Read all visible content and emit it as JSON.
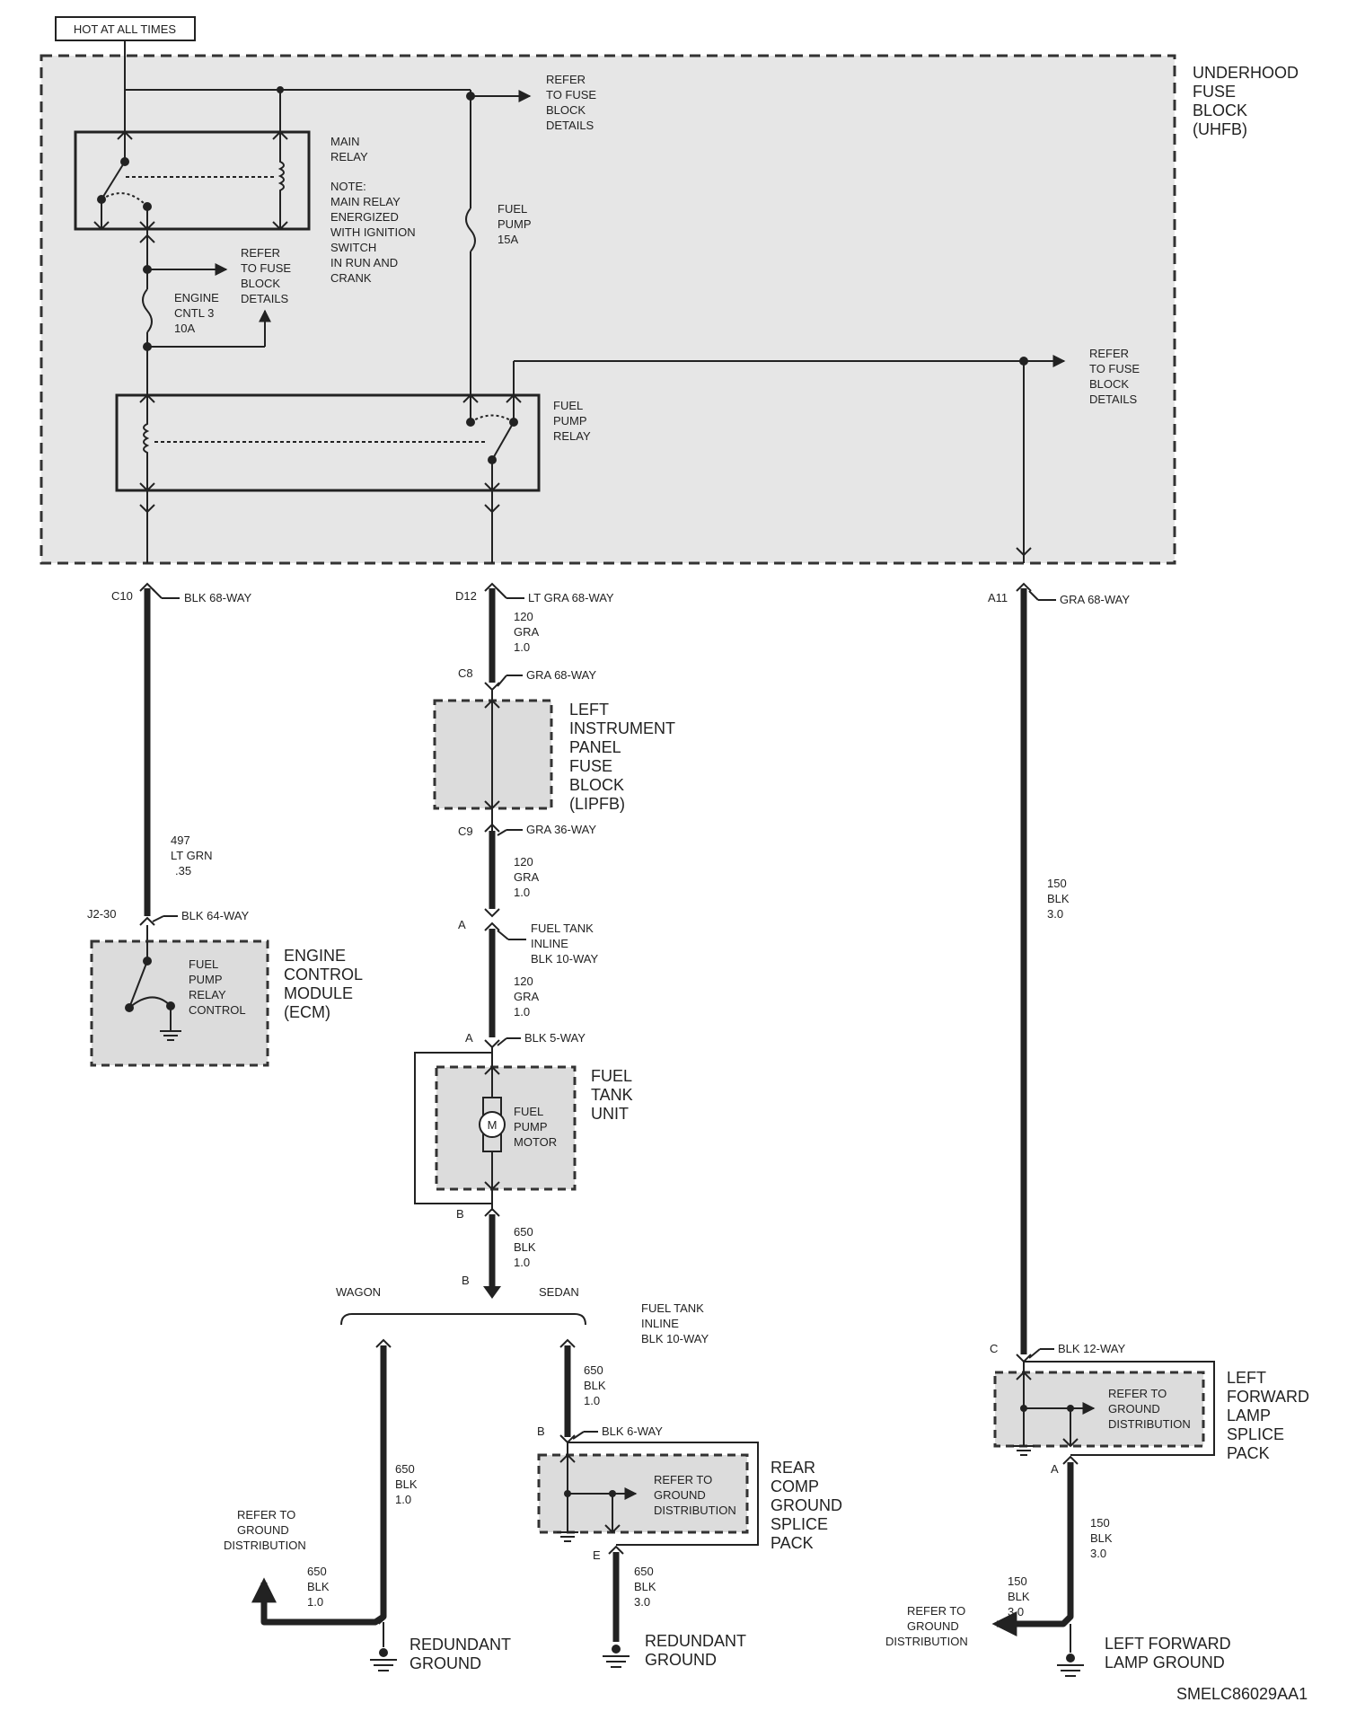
{
  "labels": {
    "hot_at_all_times": "HOT AT ALL TIMES",
    "uhfb": [
      "UNDERHOOD",
      "FUSE",
      "BLOCK",
      "(UHFB)"
    ],
    "refer_fuse_block_1": [
      "REFER",
      "TO FUSE",
      "BLOCK",
      "DETAILS"
    ],
    "refer_fuse_block_2": [
      "REFER",
      "TO FUSE",
      "BLOCK",
      "DETAILS"
    ],
    "refer_fuse_block_3": [
      "REFER",
      "TO FUSE",
      "BLOCK",
      "DETAILS"
    ],
    "main_relay": [
      "MAIN",
      "RELAY"
    ],
    "main_relay_note": [
      "NOTE:",
      "MAIN RELAY",
      "ENERGIZED",
      "WITH IGNITION",
      "SWITCH",
      "IN RUN AND",
      "CRANK"
    ],
    "fuel_pump_fuse": [
      "FUEL",
      "PUMP",
      "15A"
    ],
    "engine_cntl_fuse": [
      "ENGINE",
      "CNTL 3",
      "10A"
    ],
    "fuel_pump_relay": [
      "FUEL",
      "PUMP",
      "RELAY"
    ],
    "lipfb": [
      "LEFT",
      "INSTRUMENT",
      "PANEL",
      "FUSE",
      "BLOCK",
      "(LIPFB)"
    ],
    "ecm": [
      "ENGINE",
      "CONTROL",
      "MODULE",
      "(ECM)"
    ],
    "ecm_internal": [
      "FUEL",
      "PUMP",
      "RELAY",
      "CONTROL"
    ],
    "fuel_tank_unit": [
      "FUEL",
      "TANK",
      "UNIT"
    ],
    "fuel_pump_motor": [
      "FUEL",
      "PUMP",
      "MOTOR"
    ],
    "motor_symbol": "M",
    "rear_comp_splice": [
      "REAR",
      "COMP",
      "GROUND",
      "SPLICE",
      "PACK"
    ],
    "refer_ground_dist_splice": [
      "REFER TO",
      "GROUND",
      "DISTRIBUTION"
    ],
    "left_fwd_lamp_splice": [
      "LEFT",
      "FORWARD",
      "LAMP",
      "SPLICE",
      "PACK"
    ],
    "refer_ground_dist_lamp_splice": [
      "REFER TO",
      "GROUND",
      "DISTRIBUTION"
    ],
    "refer_ground_dist_wagon": [
      "REFER TO",
      "GROUND",
      "DISTRIBUTION"
    ],
    "refer_ground_dist_lamp": [
      "REFER TO",
      "GROUND",
      "DISTRIBUTION"
    ],
    "redundant_ground_1": [
      "REDUNDANT",
      "GROUND"
    ],
    "redundant_ground_2": [
      "REDUNDANT",
      "GROUND"
    ],
    "left_fwd_lamp_ground": [
      "LEFT FORWARD",
      "LAMP GROUND"
    ],
    "wagon": "WAGON",
    "sedan": "SEDAN",
    "fuel_tank_inline_lower": [
      "FUEL TANK",
      "INLINE",
      "BLK 10-WAY"
    ],
    "fuel_tank_inline_upper": [
      "FUEL TANK",
      "INLINE",
      "BLK 10-WAY"
    ],
    "figure_id": "SMELC86029AA1"
  },
  "connectors": {
    "c10": {
      "pin": "C10",
      "desc": "BLK 68-WAY"
    },
    "d12": {
      "pin": "D12",
      "desc": "LT GRA 68-WAY"
    },
    "a11": {
      "pin": "A11",
      "desc": "GRA 68-WAY"
    },
    "c8": {
      "pin": "C8",
      "desc": "GRA 68-WAY"
    },
    "c9": {
      "pin": "C9",
      "desc": "GRA 36-WAY"
    },
    "j2_30": {
      "pin": "J2-30",
      "desc": "BLK 64-WAY"
    },
    "a_inline": {
      "pin": "A"
    },
    "a_tank": {
      "pin": "A",
      "desc": "BLK 5-WAY"
    },
    "b_tank": {
      "pin": "B"
    },
    "b_inline": {
      "pin": "B"
    },
    "b_splice": {
      "pin": "B",
      "desc": "BLK 6-WAY"
    },
    "e_splice": {
      "pin": "E"
    },
    "c_lamp": {
      "pin": "C",
      "desc": "BLK 12-WAY"
    },
    "a_lamp": {
      "pin": "A"
    }
  },
  "wires": {
    "w120_1": [
      "120",
      "GRA",
      "1.0"
    ],
    "w120_2": [
      "120",
      "GRA",
      "1.0"
    ],
    "w120_3": [
      "120",
      "GRA",
      "1.0"
    ],
    "w497": [
      "497",
      "LT GRN",
      ".35"
    ],
    "w150_1": [
      "150",
      "BLK",
      "3.0"
    ],
    "w150_2": [
      "150",
      "BLK",
      "3.0"
    ],
    "w150_3": [
      "150",
      "BLK",
      "3.0"
    ],
    "w650_1": [
      "650",
      "BLK",
      "1.0"
    ],
    "w650_sedan": [
      "650",
      "BLK",
      "1.0"
    ],
    "w650_wagon": [
      "650",
      "BLK",
      "1.0"
    ],
    "w650_wagon_ground": [
      "650",
      "BLK",
      "1.0"
    ],
    "w650_splice_ground": [
      "650",
      "BLK",
      "3.0"
    ]
  }
}
